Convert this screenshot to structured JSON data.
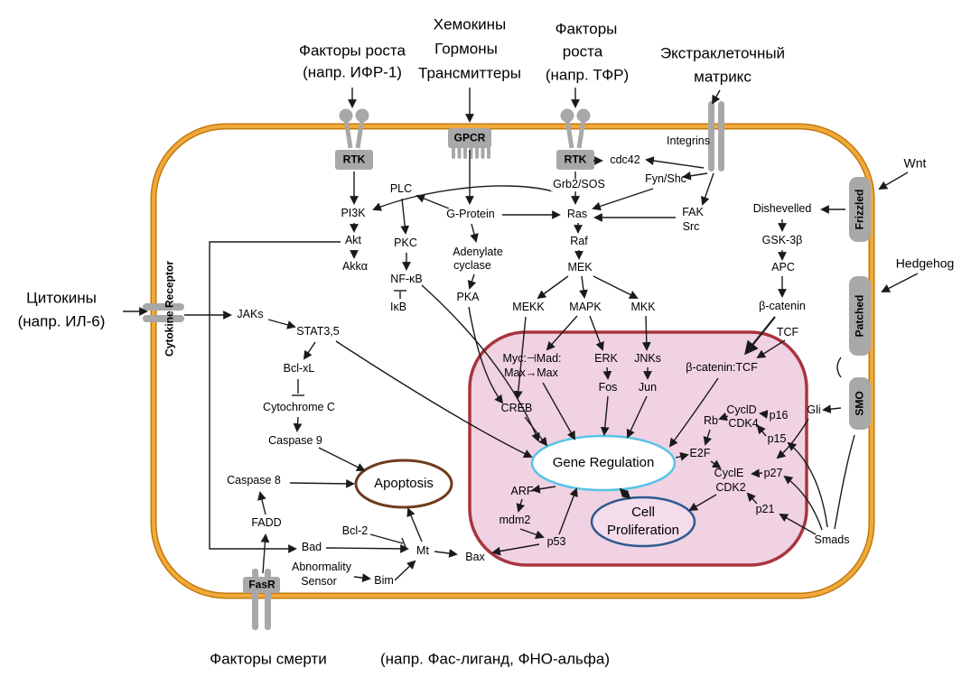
{
  "title": "Cell signaling pathways diagram",
  "external": {
    "growth_factors_igf_line1": "Факторы роста",
    "growth_factors_igf_line2": "(напр. ИФР-1)",
    "chemokines": "Хемокины",
    "hormones": "Гормоны",
    "transmitters": "Трансмиттеры",
    "growth_factors_tgf_line1": "Факторы",
    "growth_factors_tgf_line2": "роста",
    "growth_factors_tgf_line3": "(напр. ТФР)",
    "ecm_line1": "Экстраклеточный",
    "ecm_line2": "матрикс",
    "wnt": "Wnt",
    "hedgehog": "Hedgehog",
    "cytokines_line1": "Цитокины",
    "cytokines_line2": "(напр. ИЛ-6)",
    "death_factors": "Факторы смерти",
    "death_factors_examples": "(напр. Фас-лиганд, ФНО-альфа)"
  },
  "receptors": {
    "rtk_left": "RTK",
    "rtk_right": "RTK",
    "gpcr": "GPCR",
    "integrins": "Integrins",
    "frizzled": "Frizzled",
    "patched": "Patched",
    "smo": "SMO",
    "cytokine_receptor": "Cytokine Receptor",
    "fasr": "FasR"
  },
  "nodes": {
    "cdc42": "cdc42",
    "fyn_shc": "Fyn/Shc",
    "grb2_sos": "Grb2/SOS",
    "fak": "FAK",
    "src": "Src",
    "plc": "PLC",
    "g_protein": "G-Protein",
    "ras": "Ras",
    "pi3k": "PI3K",
    "akt": "Akt",
    "akka": "Akkα",
    "pkc": "PKC",
    "adenylate_line1": "Adenylate",
    "adenylate_line2": "cyclase",
    "nf_kb": "NF-κB",
    "i_kb": "IκB",
    "pka": "PKA",
    "raf": "Raf",
    "mek": "MEK",
    "mekk": "MEKK",
    "mapk": "MAPK",
    "mkk": "MKK",
    "dishevelled": "Dishevelled",
    "gsk_3b": "GSK-3β",
    "apc": "APC",
    "beta_catenin": "β-catenin",
    "tcf": "TCF",
    "beta_catenin_tcf": "β-catenin:TCF",
    "jaks": "JAKs",
    "stat35": "STAT3,5",
    "bcl_xl": "Bcl-xL",
    "cytochrome_c": "Cytochrome C",
    "caspase_9": "Caspase 9",
    "caspase_8": "Caspase 8",
    "fadd": "FADD",
    "bad": "Bad",
    "bcl_2": "Bcl-2",
    "mt": "Mt",
    "bax": "Bax",
    "abnormality_line1": "Abnormality",
    "abnormality_line2": "Sensor",
    "bim": "Bim",
    "creb": "CREB",
    "myc_mad": "Myc:⊣Mad:",
    "max_max": "Max→Max",
    "erk": "ERK",
    "fos": "Fos",
    "jnks": "JNKs",
    "jun": "Jun",
    "gli": "Gli",
    "cycld": "CyclD",
    "cdk4": "CDK4",
    "rb": "Rb",
    "p16": "p16",
    "p15": "p15",
    "e2f": "E2F",
    "cycle": "CyclE",
    "cdk2": "CDK2",
    "p27": "p27",
    "p21": "p21",
    "p53": "p53",
    "mdm2": "mdm2",
    "arf": "ARF",
    "smads": "Smads"
  },
  "compartments": {
    "gene_regulation": "Gene Regulation",
    "cell_proliferation_line1": "Cell",
    "cell_proliferation_line2": "Proliferation",
    "apoptosis": "Apoptosis"
  },
  "colors": {
    "membrane_orange": "#F2A93B",
    "membrane_edge": "#C17A0E",
    "receptor_grey": "#A8A8A8",
    "nucleus_fill": "#F0D2E2",
    "nucleus_stroke": "#A93541",
    "gene_regulation_stroke": "#56C4E8",
    "cell_proliferation_stroke": "#2E5A8F",
    "apoptosis_stroke": "#6E3B1E",
    "line_color": "#1A1A1A"
  }
}
